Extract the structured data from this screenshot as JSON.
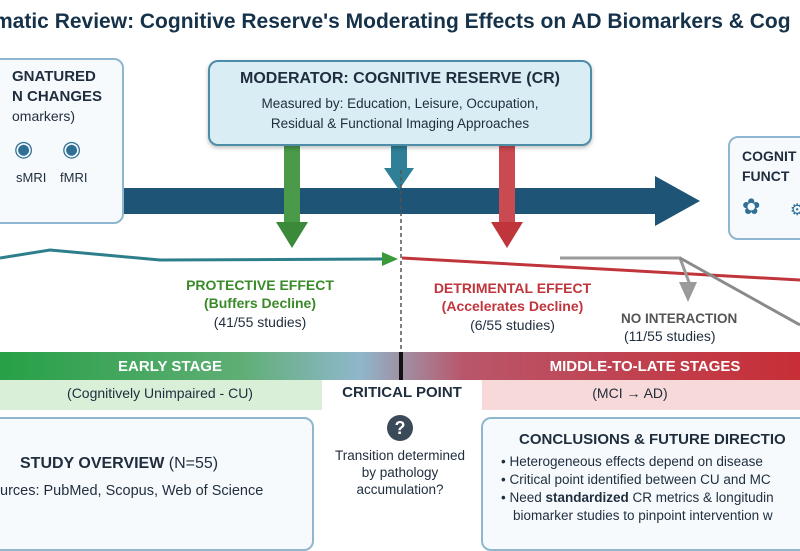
{
  "title": "matic Review: Cognitive Reserve's Moderating Effects on AD Biomarkers & Cog",
  "left_box": {
    "line1": "GNATURED",
    "line2": "N CHANGES",
    "line3": "omarkers)",
    "smri": "sMRI",
    "fmri": "fMRI"
  },
  "moderator": {
    "title": "MODERATOR: COGNITIVE RESERVE (CR)",
    "line1": "Measured by: Education, Leisure, Occupation,",
    "line2": "Residual & Functional Imaging Approaches"
  },
  "right_box": {
    "line1": "COGNIT",
    "line2": "FUNCT"
  },
  "protective": {
    "title": "PROTECTIVE EFFECT",
    "sub": "(Buffers Decline)",
    "count": "(41/55 studies)"
  },
  "detrimental": {
    "title": "DETRIMENTAL EFFECT",
    "sub": "(Accelerates Decline)",
    "count": "(6/55 studies)"
  },
  "no_interaction": {
    "title": "NO INTERACTION",
    "count": "(11/55 studies)"
  },
  "stages": {
    "early": "EARLY STAGE",
    "early_sub": "(Cognitively Unimpaired - CU)",
    "critical": "CRITICAL POINT",
    "late": "MIDDLE-TO-LATE STAGES",
    "late_sub": "(MCI → AD)"
  },
  "overview": {
    "title_bold": "STUDY OVERVIEW",
    "title_rest": " (N=55)",
    "sources": "urces: PubMed, Scopus, Web of Science"
  },
  "transition": {
    "mark": "?",
    "line1": "Transition determined",
    "line2": "by pathology",
    "line3": "accumulation?"
  },
  "conclusions": {
    "title": "CONCLUSIONS & FUTURE DIRECTIO",
    "b1": "Heterogeneous effects depend on disease",
    "b2": "Critical point identified between CU and MC",
    "b3_pre": "Need ",
    "b3_bold": "standardized",
    "b3_post": " CR metrics & longitudin",
    "b4": "biomarker studies to pinpoint intervention w"
  },
  "colors": {
    "main_arrow": "#1e5577",
    "green": "#2e8f3e",
    "red": "#c0353c",
    "teal": "#2f7f96",
    "gray": "#9a9a9a",
    "green_text": "#3a8a2a",
    "red_text": "#c0353c"
  }
}
